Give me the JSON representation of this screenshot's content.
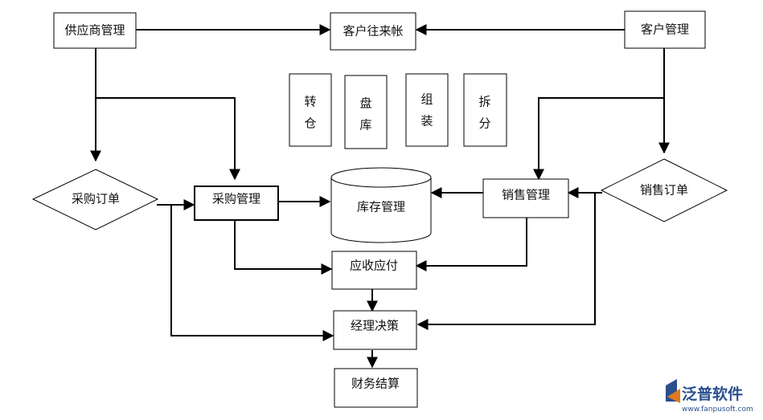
{
  "nodes": {
    "supplier_mgmt": "供应商管理",
    "customer_account": "客户往来帐",
    "customer_mgmt": "客户管理",
    "transfer": [
      "转",
      "仓"
    ],
    "inventory_check": [
      "盘",
      "库"
    ],
    "assembly": [
      "组",
      "装"
    ],
    "disassembly": [
      "拆",
      "分"
    ],
    "purchase_order": "采购订单",
    "purchase_mgmt": "采购管理",
    "inventory_mgmt": "库存管理",
    "sales_mgmt": "销售管理",
    "sales_order": "销售订单",
    "receivable_payable": "应收应付",
    "manager_decision": "经理决策",
    "financial_settlement": "财务结算"
  },
  "logo": {
    "name": "泛普软件",
    "url": "www.fanpusoft.com"
  },
  "colors": {
    "line": "#000000",
    "logo_blue": "#2a4f8f",
    "logo_accent": "#e07a1f"
  }
}
